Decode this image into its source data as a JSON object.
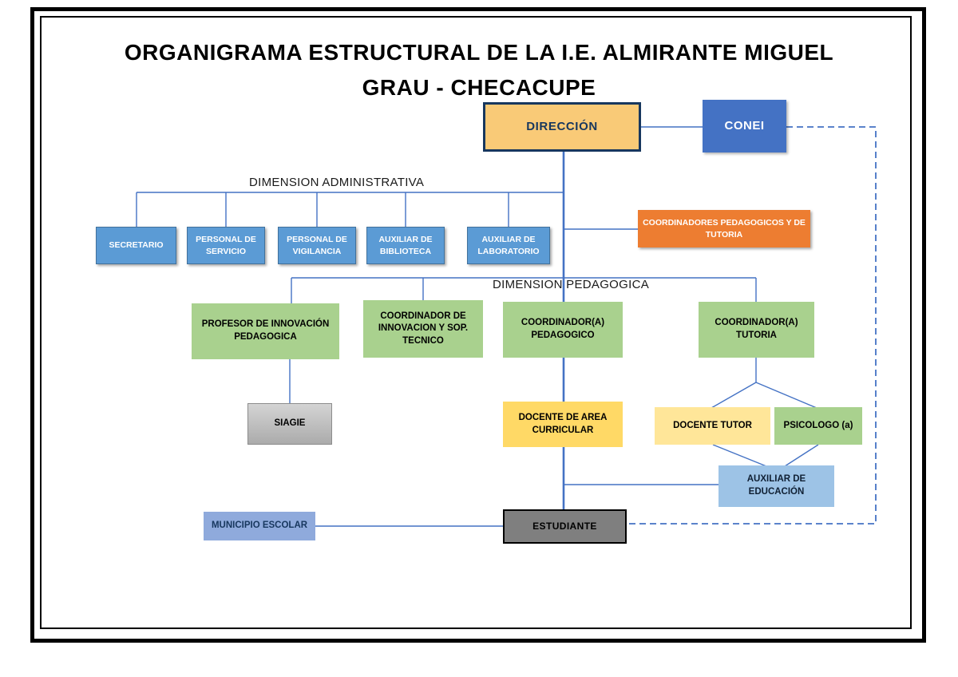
{
  "title": {
    "line1": "ORGANIGRAMA ESTRUCTURAL DE LA I.E. ALMIRANTE MIGUEL",
    "line2": "GRAU - CHECACUPE"
  },
  "section_labels": {
    "dimension_administrativa": "DIMENSION ADMINISTRATIVA",
    "dimension_pedagogica": "DIMENSION PEDAGOGICA"
  },
  "nodes": {
    "direccion": "DIRECCIÓN",
    "conei": "CONEI",
    "secretario": "SECRETARIO",
    "personal_servicio": "PERSONAL DE SERVICIO",
    "personal_vigilancia": "PERSONAL DE VIGILANCIA",
    "auxiliar_biblioteca": "AUXILIAR DE BIBLIOTECA",
    "auxiliar_laboratorio": "AUXILIAR DE LABORATORIO",
    "coordinadores": "COORDINADORES PEDAGOGICOS Y DE TUTORIA",
    "profesor_innovacion": "PROFESOR DE INNOVACIÓN PEDAGOGICA",
    "coordinador_innovacion": "COORDINADOR DE INNOVACION Y SOP. TECNICO",
    "coordinador_pedagogico": "COORDINADOR(A) PEDAGOGICO",
    "coordinador_tutoria": "COORDINADOR(A) TUTORIA",
    "siagie": "SIAGIE",
    "docente_area": "DOCENTE DE AREA CURRICULAR",
    "docente_tutor": "DOCENTE TUTOR",
    "psicologo": "PSICOLOGO (a)",
    "auxiliar_educacion": "AUXILIAR DE EDUCACIÓN",
    "municipio_escolar": "MUNICIPIO ESCOLAR",
    "estudiante": "ESTUDIANTE"
  },
  "colors": {
    "connector_blue": "#4472C4",
    "direccion_fill": "#F9CA77",
    "direccion_border": "#17375E",
    "conei_fill": "#4472C4",
    "admin_fill": "#5B9BD5",
    "coordinadores_fill": "#ED7D31",
    "green_fill": "#A9D18E",
    "siagie_fill": "#BFBFBF",
    "docente_area_fill": "#FFD966",
    "docente_tutor_fill": "#FFE699",
    "auxiliar_educacion_fill": "#9DC3E6",
    "municipio_fill": "#8FAADC",
    "estudiante_fill": "#7F7F7F"
  }
}
